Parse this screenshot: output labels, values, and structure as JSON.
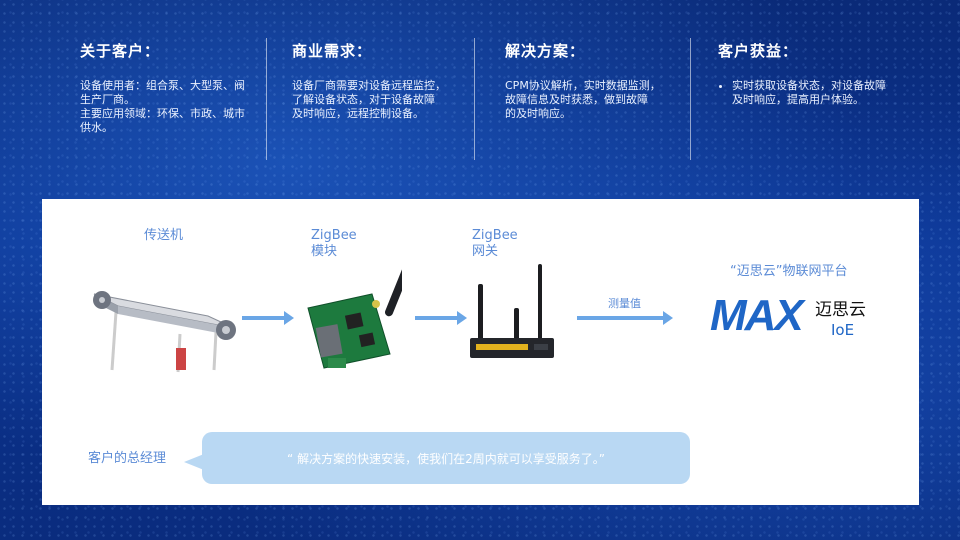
{
  "columns": [
    {
      "title": "关于客户：",
      "lines": [
        "设备使用者：组合泵、大型泵、阀",
        "生产厂商。",
        "主要应用领域：环保、市政、城市",
        "供水。"
      ]
    },
    {
      "title": "商业需求：",
      "lines": [
        "设备厂商需要对设备远程监控，",
        "了解设备状态，对于设备故障",
        "及时响应，远程控制设备。"
      ]
    },
    {
      "title": "解决方案：",
      "lines": [
        "CPM协议解析，实时数据监测，",
        "故障信息及时获悉，做到故障",
        "的及时响应。"
      ]
    },
    {
      "title": "客户获益：",
      "bullet": "实时获取设备状态，对设备故障及时响应，提高用户体验。"
    }
  ],
  "diagram": {
    "conveyor_label": "传送机",
    "module_label_1": "ZigBee",
    "module_label_2": "模块",
    "gateway_label_1": "ZigBee",
    "gateway_label_2": "网关",
    "measure_label": "测量值",
    "platform_label": "“迈思云”物联网平台",
    "logo_text": "MAX",
    "brand_cn": "迈思云",
    "brand_en": "IoE"
  },
  "testimonial": {
    "speaker": "客户的总经理",
    "quote": "“  解决方案的快速安装，使我们在2周内就可以享受服务了。”"
  },
  "colors": {
    "accent": "#5b8bd6",
    "arrow": "#6aa6e6",
    "bubble": "#b9d8f3",
    "logo": "#1f66c6"
  }
}
